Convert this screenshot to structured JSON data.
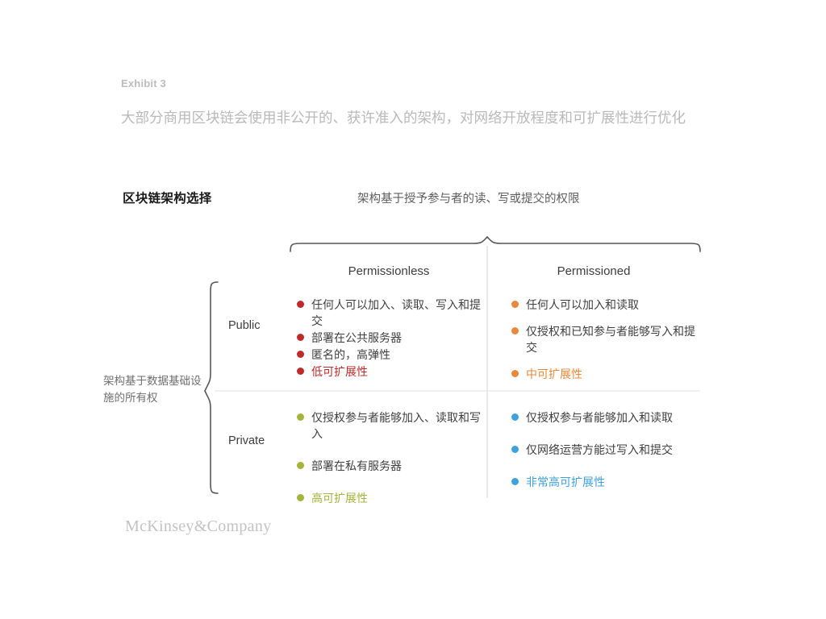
{
  "header": {
    "exhibit_label": "Exhibit 3",
    "headline": "大部分商用区块链会使用非公开的、获许准入的架构，对网络开放程度和可扩展性进行优化"
  },
  "matrix": {
    "title": "区块链架构选择",
    "column_axis_label": "架构基于授予参与者的读、写或提交的权限",
    "row_axis_label": "架构基于数据基础设施的所有权",
    "columns": [
      {
        "label": "Permissionless"
      },
      {
        "label": "Permissioned"
      }
    ],
    "rows": [
      {
        "label": "Public"
      },
      {
        "label": "Private"
      }
    ],
    "quadrants": {
      "public_permissionless": {
        "accent_color": "#BE2A2A",
        "items": [
          {
            "text": "任何人可以加入、读取、写入和提交",
            "highlight": false
          },
          {
            "text": "部署在公共服务器",
            "highlight": false
          },
          {
            "text": "匿名的，高弹性",
            "highlight": false
          },
          {
            "text": "低可扩展性",
            "highlight": true
          }
        ]
      },
      "public_permissioned": {
        "accent_color": "#E8883A",
        "items": [
          {
            "text": "任何人可以加入和读取",
            "highlight": false
          },
          {
            "text": "仅授权和已知参与者能够写入和提交",
            "highlight": false
          },
          {
            "text": "中可扩展性",
            "highlight": true
          }
        ]
      },
      "private_permissionless": {
        "accent_color": "#A3B33C",
        "items": [
          {
            "text": "仅授权参与者能够加入、读取和写入",
            "highlight": false
          },
          {
            "text": "部署在私有服务器",
            "highlight": false
          },
          {
            "text": "高可扩展性",
            "highlight": true
          }
        ]
      },
      "private_permissioned": {
        "accent_color": "#3FA0DE",
        "items": [
          {
            "text": "仅授权参与者能够加入和读取",
            "highlight": false
          },
          {
            "text": "仅网络运营方能过写入和提交",
            "highlight": false
          },
          {
            "text": "非常高可扩展性",
            "highlight": true
          }
        ]
      }
    }
  },
  "footer": {
    "logo_text": "McKinsey&Company"
  }
}
